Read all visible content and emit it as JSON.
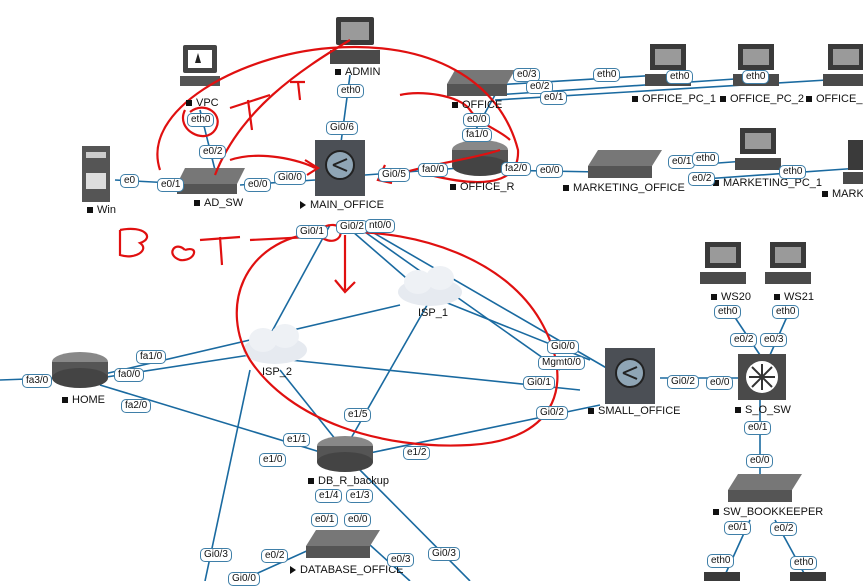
{
  "nodes": {
    "vpc": "VPC",
    "admin": "ADMIN",
    "office": "OFFICE",
    "office_pc_1": "OFFICE_PC_1",
    "office_pc_2": "OFFICE_PC_2",
    "office_pc_3": "OFFICE_P",
    "win": "Win",
    "ad_sw": "AD_SW",
    "main_office": "MAIN_OFFICE",
    "office_r": "OFFICE_R",
    "marketing_office": "MARKETING_OFFICE",
    "marketing_pc_1": "MARKETING_PC_1",
    "marketing_pc_2": "MARK",
    "isp_1": "ISP_1",
    "isp_2": "ISP_2",
    "home": "HOME",
    "small_office": "SMALL_OFFICE",
    "ws20": "WS20",
    "ws21": "WS21",
    "s_o_sw": "S_O_SW",
    "db_r_backup": "DB_R_backup",
    "database_office": "DATABASE_OFFICE",
    "sw_bookkeeper": "SW_BOOKKEEPER"
  },
  "ports": {
    "admin_eth0": "eth0",
    "main_gi06": "Gi0/6",
    "vpc_eth0": "eth0",
    "adsw_e02": "e0/2",
    "win_e0": "e0",
    "adsw_e01": "e0/1",
    "adsw_e00": "e0/0",
    "main_gi00": "Gi0/0",
    "main_gi05": "Gi0/5",
    "offr_fa00": "fa0/0",
    "offr_fa21": "fa2/0",
    "mkt_e00": "e0/0",
    "office_e03": "e0/3",
    "office_e02": "e0/2",
    "office_e01": "e0/1",
    "office_eth0_a": "eth0",
    "office_eth0_b": "eth0",
    "office_eth0_c": "eth0",
    "office_e00": "e0/0",
    "offr_fa10": "fa1/0",
    "mktpc_e01": "e0/1",
    "mktpc_eth0_a": "eth0",
    "mktpc_e02": "e0/2",
    "mktpc_eth0_b": "eth0",
    "main_gi01": "Gi0/1",
    "main_gi02": "Gi0/2",
    "main_mgmt": "nt0/0",
    "home_fa10": "fa1/0",
    "home_fa00": "fa0/0",
    "home_fa30": "fa3/0",
    "home_fa20": "fa2/0",
    "so_gi00": "Gi0/0",
    "so_mgmt": "Mgmt0/0",
    "so_gi01": "Gi0/1",
    "so_gi02": "Gi0/2",
    "so_gi02b": "Gi0/2",
    "sosw_e00": "e0/0",
    "ws20_eth0": "eth0",
    "ws21_eth0": "eth0",
    "sosw_e02": "e0/2",
    "sosw_e03": "e0/3",
    "sosw_e01": "e0/1",
    "bk_e00": "e0/0",
    "bk_e01": "e0/1",
    "bk_e02": "e0/2",
    "bk_eth0_a": "eth0",
    "bk_eth0_b": "eth0",
    "db_e15": "e1/5",
    "db_e11": "e1/1",
    "db_e10": "e1/0",
    "db_e12": "e1/2",
    "db_e14": "e1/4",
    "db_e13": "e1/3",
    "dbo_e01": "e0/1",
    "dbo_e00": "e0/0",
    "dbo_e02": "e0/2",
    "dbo_e03": "e0/3",
    "gi03_a": "Gi0/3",
    "gi03_b": "Gi0/3",
    "gi00_c": "Gi0/0"
  },
  "annotations": {
    "scribble_a": "ɑ T",
    "scribble_b": "B eTY"
  },
  "colors": {
    "link": "#1a6aa0",
    "port_border": "#3f7fa8",
    "annotation": "#e01010"
  }
}
